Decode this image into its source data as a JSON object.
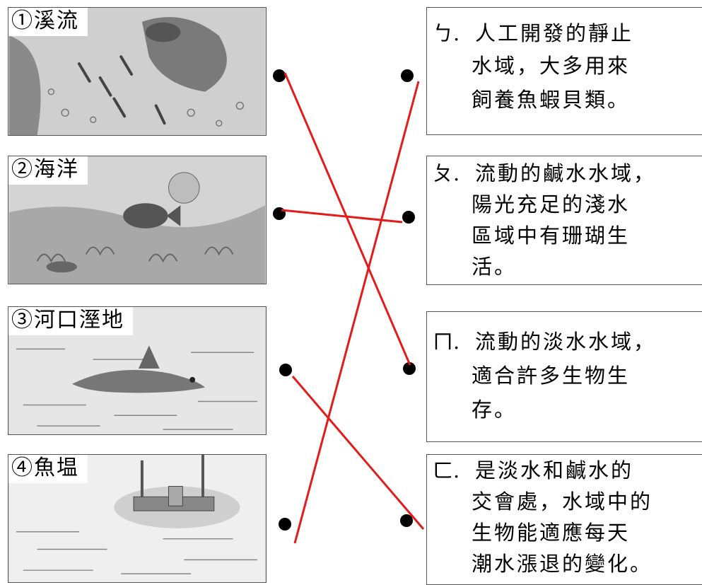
{
  "left_items": [
    {
      "label": "①溪流"
    },
    {
      "label": "②海洋"
    },
    {
      "label": "③河口溼地"
    },
    {
      "label": "④魚塭"
    }
  ],
  "right_items": [
    {
      "bullet": "ㄅ.",
      "lines": [
        "人工開發的靜止",
        "水域，大多用來",
        "飼養魚蝦貝類。"
      ]
    },
    {
      "bullet": "ㄆ.",
      "lines": [
        "流動的鹹水水域，",
        "陽光充足的淺水",
        "區域中有珊瑚生",
        "活。"
      ]
    },
    {
      "bullet": "ㄇ.",
      "lines": [
        "流動的淡水水域，",
        "適合許多生物生",
        "存。"
      ]
    },
    {
      "bullet": "ㄈ.",
      "lines": [
        "是淡水和鹹水的",
        "交會處，水域中的",
        "生物能適應每天",
        "潮水漲退的變化。"
      ]
    }
  ],
  "colors": {
    "match_line": "#e31b1b",
    "dot": "#000000",
    "border": "#555555"
  }
}
